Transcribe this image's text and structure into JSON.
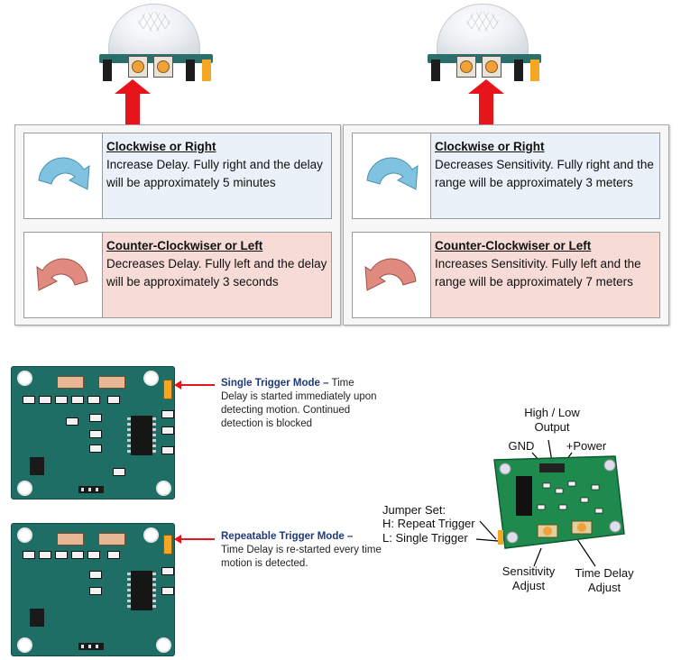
{
  "panels": [
    {
      "rows": [
        {
          "title": "Clockwise or Right",
          "desc": "Increase Delay.  Fully right and the delay will be approximately 5 minutes",
          "icon": "clockwise-arrow-icon"
        },
        {
          "title": "Counter-Clockwiser or Left",
          "desc": "Decreases Delay.  Fully left and the delay will be approximately 3 seconds",
          "icon": "counter-clockwise-arrow-icon"
        }
      ]
    },
    {
      "rows": [
        {
          "title": "Clockwise or Right",
          "desc": "Decreases Sensitivity.  Fully right and the range will be approximately 3 meters",
          "icon": "clockwise-arrow-icon"
        },
        {
          "title": "Counter-Clockwiser or Left",
          "desc": "Increases Sensitivity.  Fully left and the range will be approximately 7 meters",
          "icon": "counter-clockwise-arrow-icon"
        }
      ]
    }
  ],
  "modes": [
    {
      "title": "Single Trigger Mode –",
      "title_tail": " Time",
      "desc": "Delay is started immediately upon detecting motion. Continued detection is blocked"
    },
    {
      "title": "Repeatable Trigger Mode –",
      "title_tail": "",
      "desc": "Time Delay is re-started every time motion is detected."
    }
  ],
  "module_labels": {
    "output": "High / Low Output",
    "gnd": "GND",
    "power": "+Power",
    "jumper_set": "Jumper Set:",
    "jumper_h": "H: Repeat Trigger",
    "jumper_l": "L: Single Trigger",
    "sensitivity": "Sensitivity Adjust",
    "time_delay": "Time Delay Adjust"
  },
  "colors": {
    "arrow_red": "#e8141b",
    "clockwise_blue": "#7fc3e0",
    "counter_red": "#e08a80",
    "pcb_green": "#1f6e66",
    "row_blue": "#eaf1f8",
    "row_red": "#f6dbd6"
  }
}
